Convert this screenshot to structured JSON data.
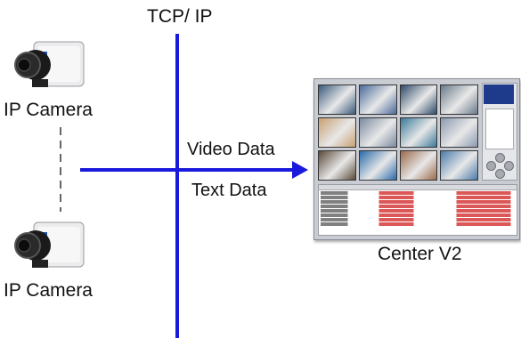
{
  "network_label": "TCP/ IP",
  "cameras": [
    {
      "label": "IP Camera",
      "icon": "ip-camera-icon"
    },
    {
      "label": "IP Camera",
      "icon": "ip-camera-icon"
    }
  ],
  "arrow_labels": {
    "top": "Video Data",
    "bottom": "Text Data"
  },
  "monitor_label": "Center V2",
  "colors": {
    "network_line": "#1a1adc",
    "arrow": "#1a1adc",
    "camera_body": "#e6e6e8",
    "lens": "#151515"
  },
  "tile_colors": [
    "#3a5a7a",
    "#4a6a9a",
    "#2d4a6a",
    "#6a7a8a",
    "#c8a070",
    "#7a8aa0",
    "#3a7a9a",
    "#8a9ab0",
    "#5a4a3a",
    "#2a6aaa",
    "#9a6a4a",
    "#4a7aaa"
  ]
}
